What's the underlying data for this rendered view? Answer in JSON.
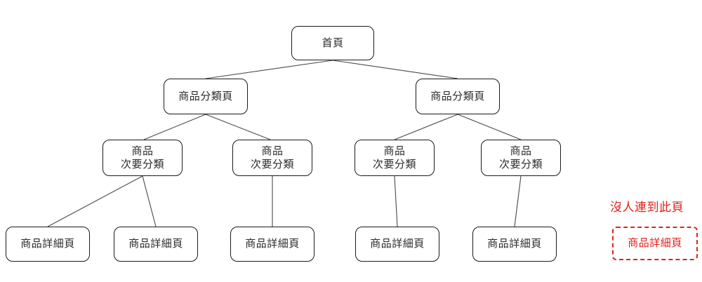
{
  "diagram": {
    "type": "site-map-tree",
    "background": "#ffffff",
    "edge_color": "#4a4a4a",
    "node_border_color": "#1a1a1a",
    "node_text_color": "#2b2b2b",
    "accent_color": "#e3201b",
    "levels": [
      {
        "level": 1,
        "nodes": [
          {
            "id": "home",
            "label": "首頁"
          }
        ]
      },
      {
        "level": 2,
        "nodes": [
          {
            "id": "cat-left",
            "label": "商品分類頁"
          },
          {
            "id": "cat-right",
            "label": "商品分類頁"
          }
        ]
      },
      {
        "level": 3,
        "nodes": [
          {
            "id": "sub-1",
            "label": "商品\n次要分類"
          },
          {
            "id": "sub-2",
            "label": "商品\n次要分類"
          },
          {
            "id": "sub-3",
            "label": "商品\n次要分類"
          },
          {
            "id": "sub-4",
            "label": "商品\n次要分類"
          }
        ]
      },
      {
        "level": 4,
        "nodes": [
          {
            "id": "detail-1",
            "label": "商品詳細頁"
          },
          {
            "id": "detail-2",
            "label": "商品詳細頁"
          },
          {
            "id": "detail-3",
            "label": "商品詳細頁"
          },
          {
            "id": "detail-4",
            "label": "商品詳細頁"
          },
          {
            "id": "detail-5",
            "label": "商品詳細頁"
          },
          {
            "id": "detail-orphan",
            "label": "商品詳細頁"
          }
        ]
      }
    ],
    "annotation": {
      "id": "orphan-note",
      "label": "沒人連到此頁",
      "color": "#e3201b"
    }
  },
  "nodes": {
    "home": {
      "label": "首頁"
    },
    "cat_left": {
      "label": "商品分類頁"
    },
    "cat_right": {
      "label": "商品分類頁"
    },
    "sub_1": {
      "label": "商品\n次要分類"
    },
    "sub_2": {
      "label": "商品\n次要分類"
    },
    "sub_3": {
      "label": "商品\n次要分類"
    },
    "sub_4": {
      "label": "商品\n次要分類"
    },
    "detail_1": {
      "label": "商品詳細頁"
    },
    "detail_2": {
      "label": "商品詳細頁"
    },
    "detail_3": {
      "label": "商品詳細頁"
    },
    "detail_4": {
      "label": "商品詳細頁"
    },
    "detail_5": {
      "label": "商品詳細頁"
    },
    "detail_orphan": {
      "label": "商品詳細頁"
    }
  },
  "annotation": {
    "text": "沒人連到此頁"
  }
}
